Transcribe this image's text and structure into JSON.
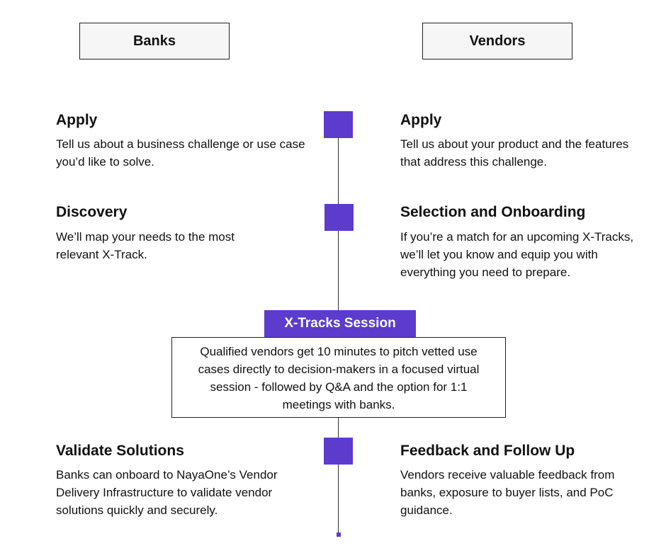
{
  "headers": {
    "banks": "Banks",
    "vendors": "Vendors"
  },
  "colors": {
    "accent": "#5b3ccc",
    "line": "#333333"
  },
  "banks_steps": [
    {
      "title": "Apply",
      "text": "Tell us about a business challenge or use case you’d like to solve."
    },
    {
      "title": "Discovery",
      "text": "We’ll map your needs to the most relevant X-Track."
    },
    {
      "title": "Validate Solutions",
      "text": "Banks can onboard to NayaOne’s Vendor Delivery Infrastructure to validate vendor solutions quickly and securely."
    }
  ],
  "vendor_steps": [
    {
      "title": "Apply",
      "text": "Tell us about your product and the features that address this challenge."
    },
    {
      "title": "Selection and Onboarding",
      "text": "If you’re a match for an upcoming X-Tracks, we’ll let you know and equip you with everything you need to prepare."
    },
    {
      "title": "Feedback and Follow Up",
      "text": "Vendors receive valuable feedback from banks, exposure to buyer lists, and PoC guidance."
    }
  ],
  "session": {
    "label": "X-Tracks Session",
    "text": "Qualified vendors get 10 minutes to pitch vetted use cases directly to decision-makers in a focused virtual session - followed by Q&A and the option for 1:1 meetings with banks."
  }
}
